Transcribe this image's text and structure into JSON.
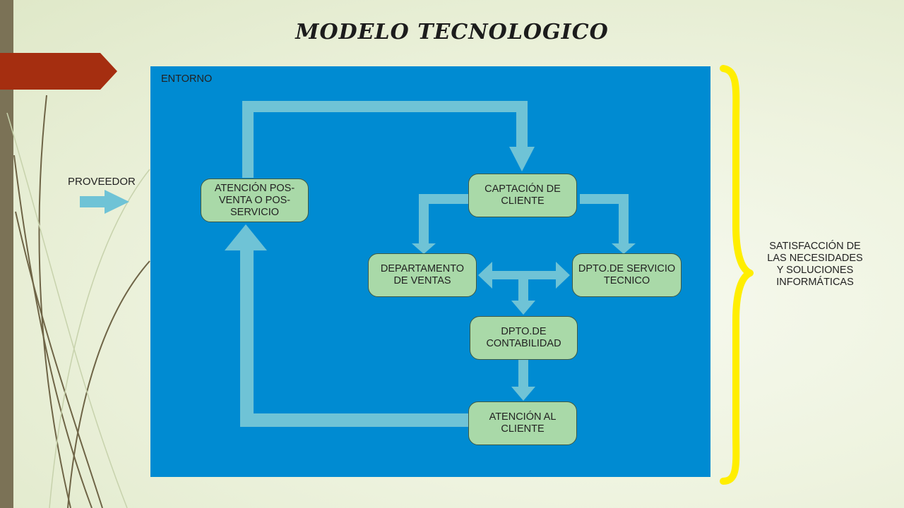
{
  "title": "MODELO TECNOLOGICO",
  "environment_label": "ENTORNO",
  "supplier_label": "PROVEEDOR",
  "outcome_label": "SATISFACCIÓN DE\nLAS NECESIDADES\nY SOLUCIONES\nINFORMÁTICAS",
  "nodes": {
    "post_sale": "ATENCIÓN POS-VENTA O POS-SERVICIO",
    "capture": "CAPTACIÓN DE CLIENTE",
    "sales": "DEPARTAMENTO DE VENTAS",
    "service": "DPTO.DE SERVICIO TECNICO",
    "accounting": "DPTO.DE CONTABILIDAD",
    "customer_care": "ATENCIÓN AL CLIENTE"
  },
  "colors": {
    "panel": "#008bd2",
    "arrow": "#6fc3d6",
    "node_fill": "#a9d9a8",
    "brace": "#ffee00",
    "tab": "#a52e10",
    "side_bar": "#7b7256"
  }
}
